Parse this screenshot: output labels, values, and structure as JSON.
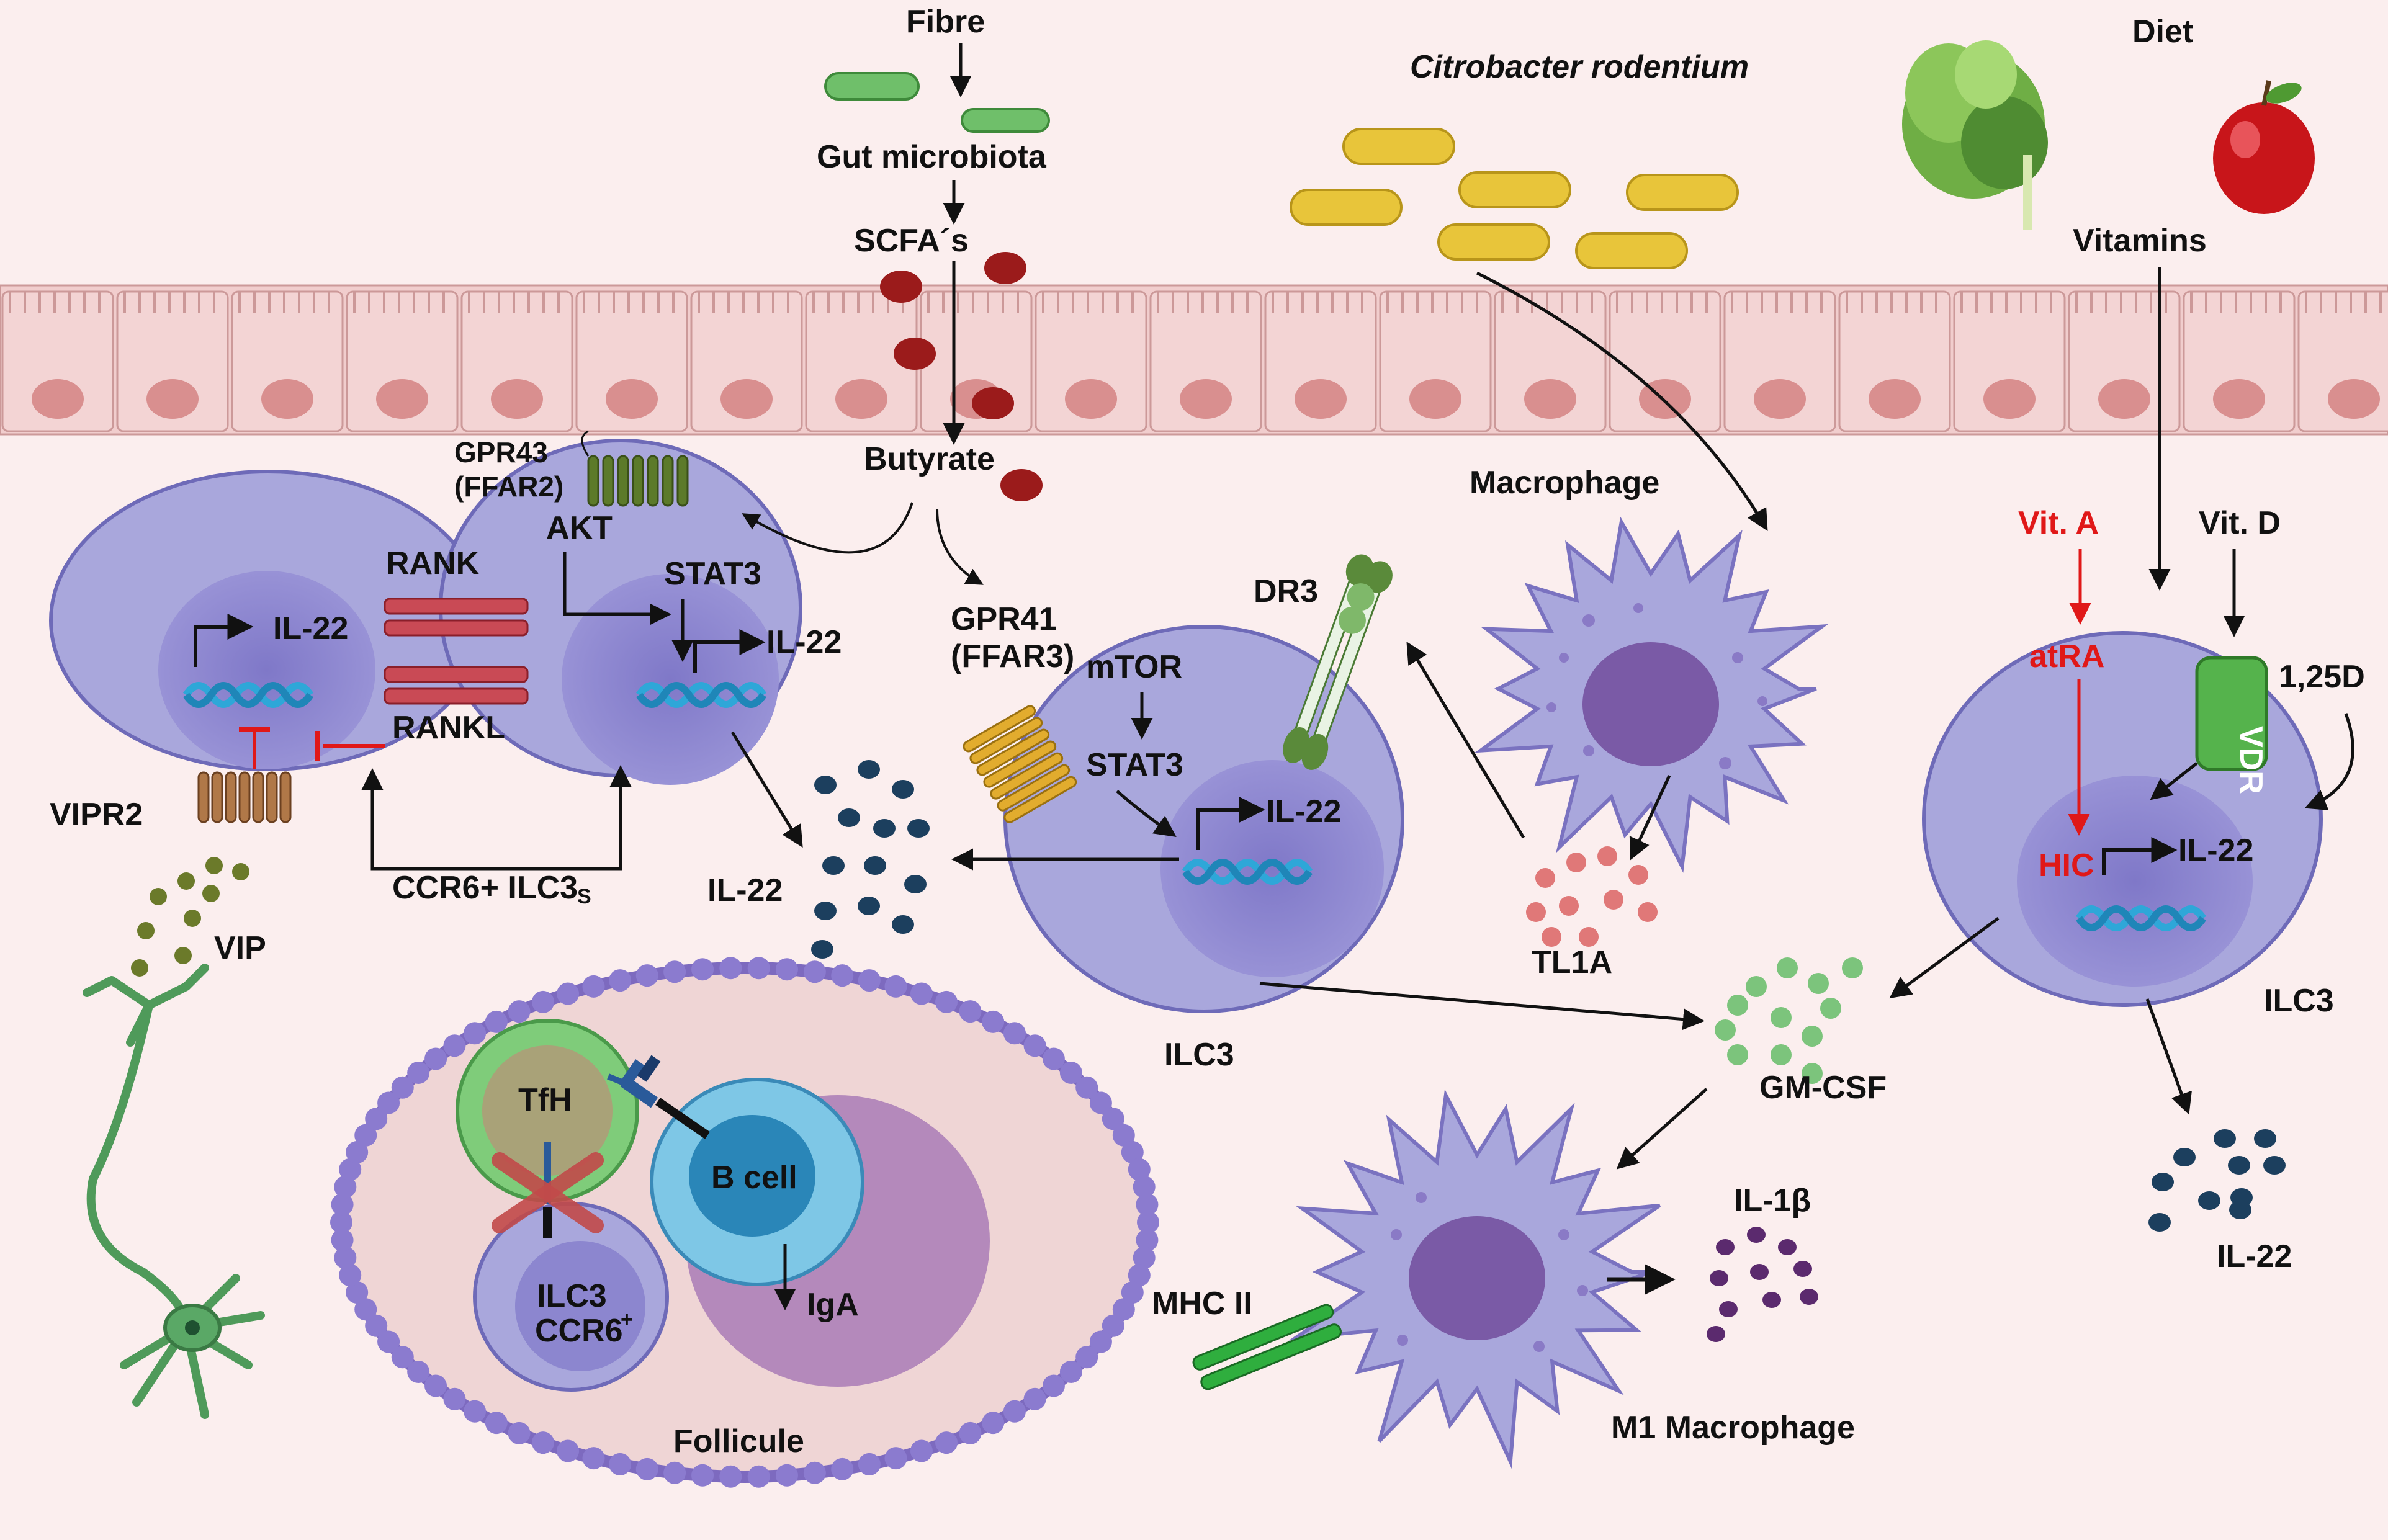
{
  "labels": {
    "fibre": "Fibre",
    "gut_microbiota": "Gut microbiota",
    "scfas": "SCFA´s",
    "butyrate": "Butyrate",
    "citrobacter": "Citrobacter rodentium",
    "diet": "Diet",
    "vitamins": "Vitamins",
    "gpr43_line1": "GPR43",
    "gpr43_line2": "(FFAR2)",
    "akt": "AKT",
    "stat3_left": "STAT3",
    "il22_left_cell": "IL-22",
    "il22_mid_cell": "IL-22",
    "rank": "RANK",
    "rankl": "RANKL",
    "vipr2": "VIPR2",
    "ccr6_ilc3s": "CCR6+ ILC3",
    "ccr6_ilc3s_sub": "S",
    "vip": "VIP",
    "gpr41_line1": "GPR41",
    "gpr41_line2": "(FFAR3)",
    "mtor": "mTOR",
    "stat3_center": "STAT3",
    "il22_center_cell": "IL-22",
    "il22_secreted_left": "IL-22",
    "ilc3_center": "ILC3",
    "dr3": "DR3",
    "macrophage": "Macrophage",
    "tl1a": "TL1A",
    "gm_csf": "GM-CSF",
    "m1_macrophage": "M1 Macrophage",
    "mhc_ii": "MHC II",
    "il1b": "IL-1β",
    "vit_a": "Vit. A",
    "vit_d": "Vit. D",
    "atra": "atRA",
    "vdr": "VDR",
    "d125": "1,25D",
    "hic": "HIC",
    "il22_right_cell": "IL-22",
    "ilc3_right": "ILC3",
    "il22_right_secreted": "IL-22",
    "tfh": "TfH",
    "b_cell": "B cell",
    "igA": "IgA",
    "ilc3_follicle": "ILC3",
    "ccr6_follicle": "CCR6",
    "ccr6_follicle_sup": "+",
    "follicule": "Follicule"
  },
  "colors": {
    "background": "#fbeeee",
    "epithelium": "#f1cdcd",
    "epithelium_nucleus": "#d98f8f",
    "cell_body": "#a9a7dc",
    "cell_nucleus": "#8c86cf",
    "dna": "#2ea7d8",
    "il22_dots": "#1c3f5e",
    "butyrate_dots": "#9b1b1b",
    "tl1a_dots": "#e07878",
    "gmcsf_dots": "#7cc47c",
    "il1b_dots": "#5b2a6e",
    "vip_dots": "#6b7a2a",
    "bacteria": "#e8c53a",
    "vdr": "#55b34c",
    "inhibition": "#e01818"
  }
}
